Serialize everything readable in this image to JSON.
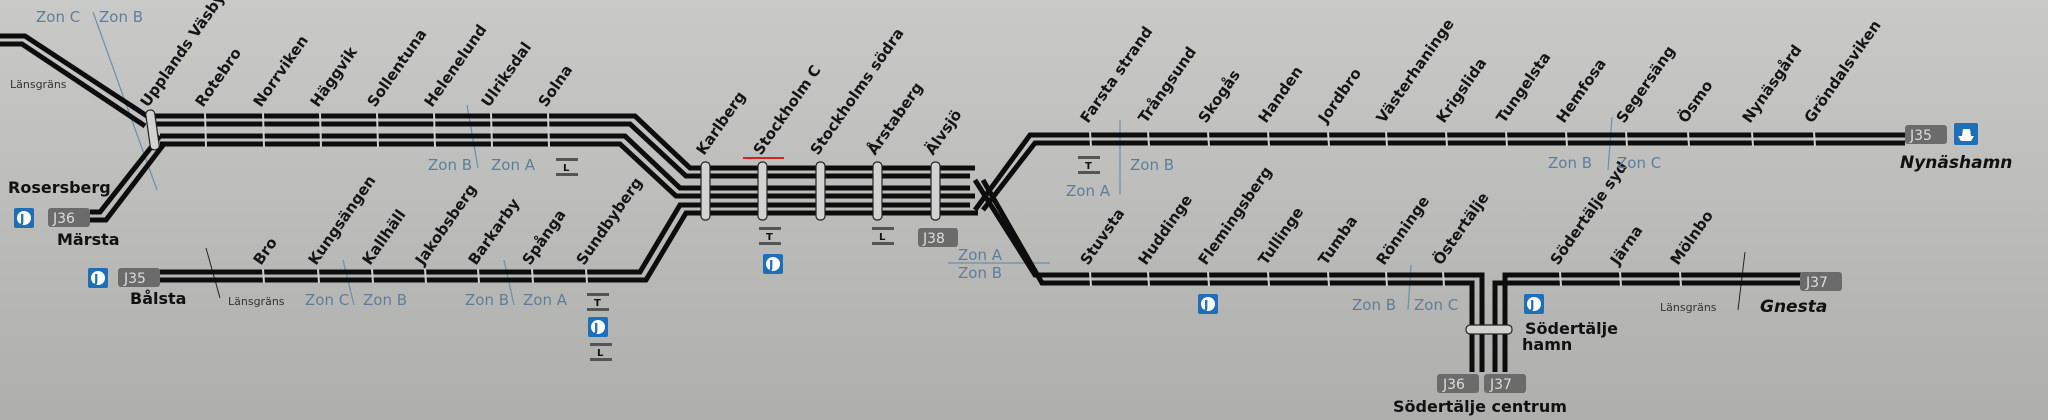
{
  "map": {
    "north_stations": [
      "Upplands Väsby",
      "Rotebro",
      "Norrviken",
      "Häggvik",
      "Sollentuna",
      "Helenelund",
      "Ulriksdal",
      "Solna"
    ],
    "balsta_stations": [
      "Bro",
      "Kungsängen",
      "Kallhäll",
      "Jakobsberg",
      "Barkarby",
      "Spånga",
      "Sundbyberg"
    ],
    "central_stations": [
      "Karlberg",
      "Stockholm C",
      "Stockholms södra",
      "Årstaberg",
      "Älvsjö"
    ],
    "nynas_stations": [
      "Farsta strand",
      "Trångsund",
      "Skogås",
      "Handen",
      "Jordbro",
      "Västerhaninge",
      "Krigslida",
      "Tungelsta",
      "Hemfosa",
      "Segersäng",
      "Ösmo",
      "Nynäsgård",
      "Gröndalsviken"
    ],
    "sodertalje_stations": [
      "Stuvsta",
      "Huddinge",
      "Flemingsberg",
      "Tullinge",
      "Tumba",
      "Rönninge",
      "Östertälje"
    ],
    "gnesta_stations": [
      "Södertälje syd",
      "Järna",
      "Mölnbo"
    ],
    "termini": {
      "marsta": "Märsta",
      "rosersberg": "Rosersberg",
      "balsta": "Bålsta",
      "nynashamn": "Nynäshamn",
      "gnesta": "Gnesta",
      "sodertalje_hamn_1": "Södertälje",
      "sodertalje_hamn_2": "hamn",
      "sodertalje_centrum": "Södertälje centrum"
    },
    "line_badges": {
      "j36_marsta": "J36",
      "j35_balsta": "J35",
      "j38": "J38",
      "j35_nynas": "J35",
      "j37_gnesta": "J37",
      "j36_centrum": "J36",
      "j37_centrum": "J37"
    },
    "transfer_badges": {
      "T": "T",
      "L": "L",
      "J": "J"
    },
    "zones": {
      "zon_a": "Zon A",
      "zon_b": "Zon B",
      "zon_c": "Zon C",
      "lansgrans": "Länsgräns"
    },
    "colors": {
      "track": "#0d0d0d",
      "zone_text": "#5d7e9b",
      "commuter_blue": "#1f6fb8",
      "line_badge": "#6b6b6b",
      "current_station_marker": "#e02020"
    }
  }
}
